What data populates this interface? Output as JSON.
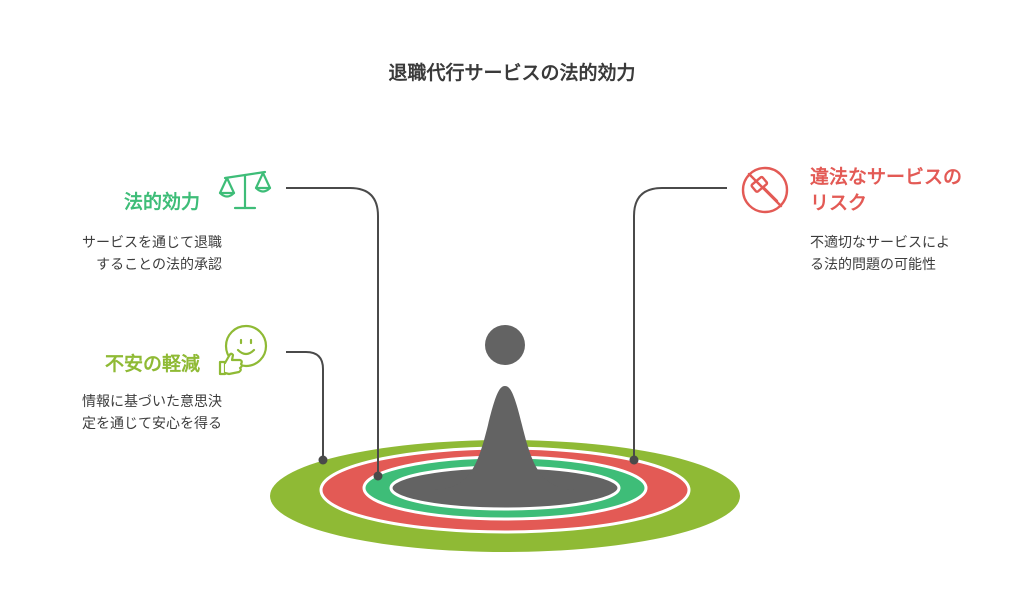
{
  "title": "退職代行サービスの法的効力",
  "colors": {
    "green": "#3ebd78",
    "lime": "#8fba35",
    "red": "#e35a55",
    "gray": "#666666",
    "line": "#4a4a4a"
  },
  "items": [
    {
      "heading": "法的効力",
      "description_lines": [
        "サービスを通じて退職",
        "することの法的承認"
      ],
      "icon": "scales-icon"
    },
    {
      "heading": "不安の軽減",
      "description_lines": [
        "情報に基づいた意思決",
        "定を通じて安心を得る"
      ],
      "icon": "smiley-thumbs-up-icon"
    },
    {
      "heading_lines": [
        "違法なサービスの",
        "リスク"
      ],
      "description_lines": [
        "不適切なサービスによ",
        "る法的問題の可能性"
      ],
      "icon": "no-hammer-icon"
    }
  ]
}
